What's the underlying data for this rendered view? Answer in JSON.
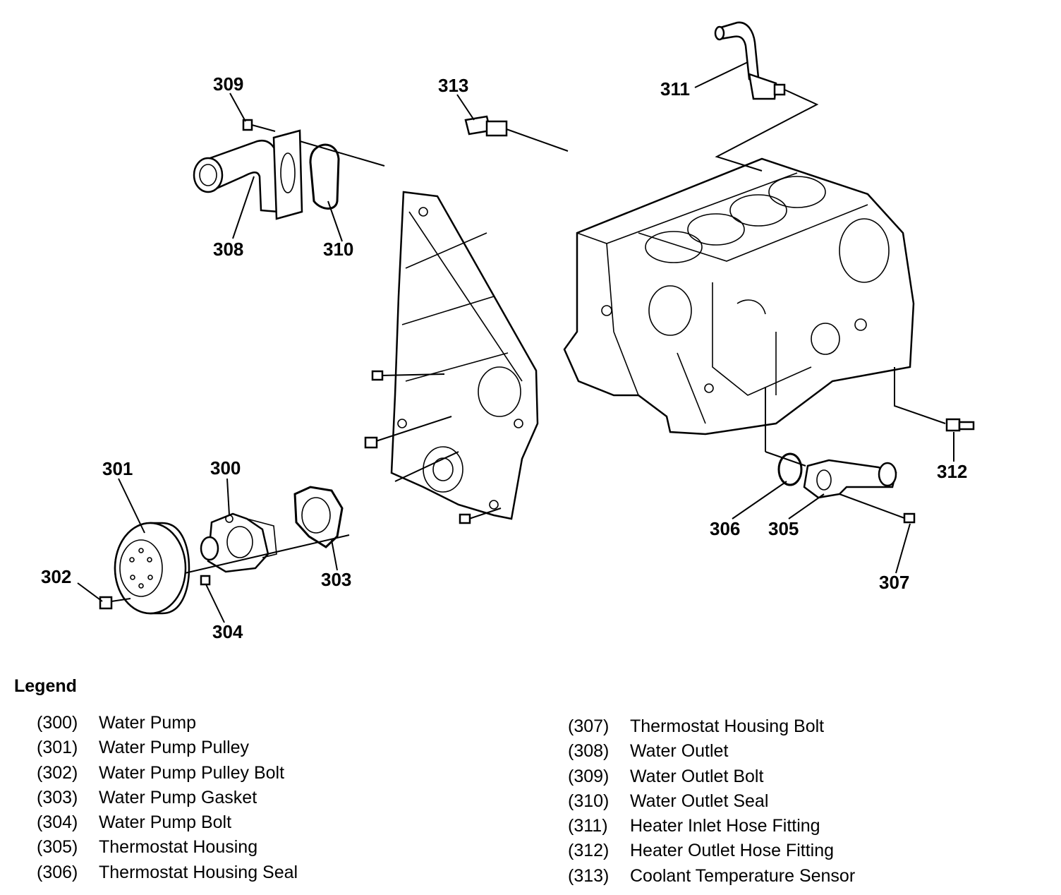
{
  "callouts": {
    "c300": "300",
    "c301": "301",
    "c302": "302",
    "c303": "303",
    "c304": "304",
    "c305": "305",
    "c306": "306",
    "c307": "307",
    "c308": "308",
    "c309": "309",
    "c310": "310",
    "c311": "311",
    "c312": "312",
    "c313": "313"
  },
  "legend": {
    "title": "Legend",
    "left": [
      {
        "num": "300",
        "label": "Water Pump"
      },
      {
        "num": "301",
        "label": "Water Pump Pulley"
      },
      {
        "num": "302",
        "label": "Water Pump Pulley Bolt"
      },
      {
        "num": "303",
        "label": "Water Pump Gasket"
      },
      {
        "num": "304",
        "label": "Water Pump Bolt"
      },
      {
        "num": "305",
        "label": "Thermostat Housing"
      },
      {
        "num": "306",
        "label": "Thermostat Housing Seal"
      }
    ],
    "right": [
      {
        "num": "307",
        "label": "Thermostat Housing Bolt"
      },
      {
        "num": "308",
        "label": "Water Outlet"
      },
      {
        "num": "309",
        "label": "Water Outlet Bolt"
      },
      {
        "num": "310",
        "label": "Water Outlet Seal"
      },
      {
        "num": "311",
        "label": "Heater Inlet Hose Fitting"
      },
      {
        "num": "312",
        "label": "Heater Outlet Hose Fitting"
      },
      {
        "num": "313",
        "label": "Coolant Temperature Sensor"
      }
    ]
  }
}
